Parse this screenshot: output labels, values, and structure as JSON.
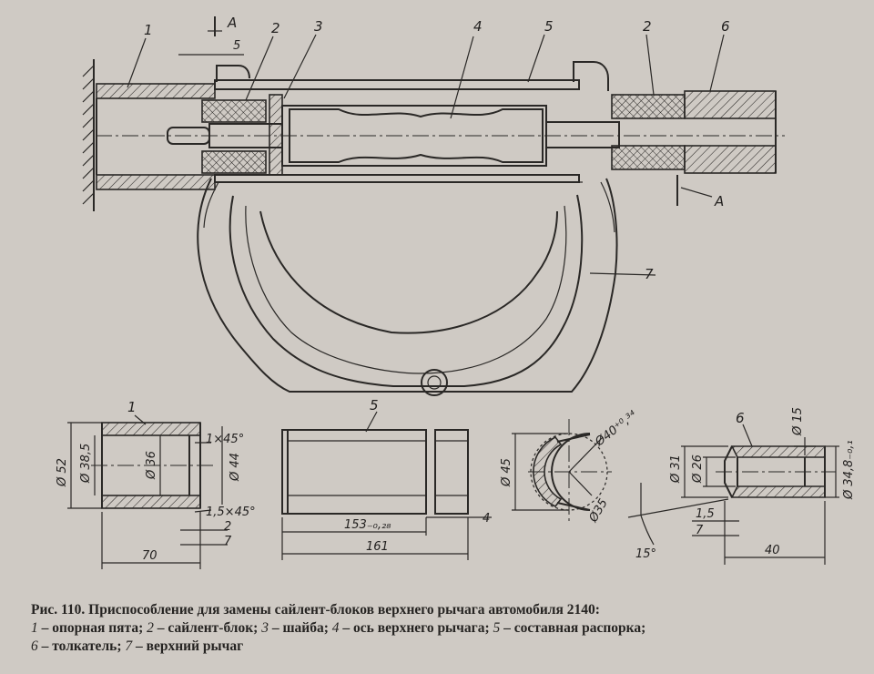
{
  "caption": {
    "title": "Рис. 110. Приспособление для замены сайлент-блоков верхнего рычага автомобиля 2140:",
    "legend": [
      {
        "num": "1",
        "text": " – опорная пята; "
      },
      {
        "num": "2",
        "text": " – сайлент-блок; "
      },
      {
        "num": "3",
        "text": " – шайба; "
      },
      {
        "num": "4",
        "text": " – ось верхнего рычага; "
      },
      {
        "num": "5",
        "text": " – составная распорка;"
      },
      {
        "num": "6",
        "text": " – толкатель; "
      },
      {
        "num": "7",
        "text": " – верхний рычаг"
      }
    ]
  },
  "main_view": {
    "callouts": [
      "1",
      "2",
      "3",
      "4",
      "5",
      "2",
      "6",
      "7"
    ],
    "section_mark": "A",
    "gap_dim": "5"
  },
  "detail_1": {
    "label": "1",
    "dims": [
      "Ø 52",
      "Ø 38,5",
      "Ø 36",
      "1×45°",
      "Ø 44",
      "1,5×45°",
      "2",
      "7",
      "70"
    ]
  },
  "detail_5": {
    "label": "5",
    "dims": [
      "153₋₀,₂₈",
      "161",
      "4"
    ]
  },
  "detail_section": {
    "dims": [
      "Ø 45",
      "Ø40⁺⁰,³⁴",
      "Ø35",
      "15°"
    ]
  },
  "detail_6": {
    "label": "6",
    "dims": [
      "Ø 31",
      "Ø 26",
      "Ø 15",
      "Ø 34,8₋₀,₁",
      "1,5",
      "7",
      "40"
    ]
  }
}
